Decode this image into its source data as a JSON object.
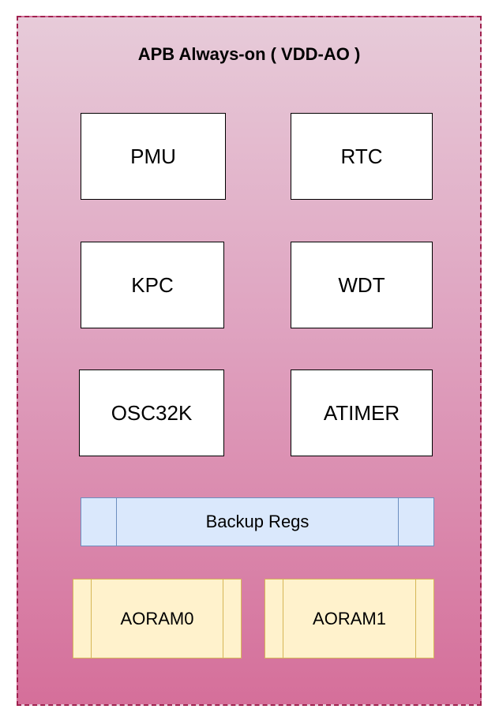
{
  "title": "APB Always-on ( VDD-AO )",
  "blocks": [
    {
      "label": "PMU"
    },
    {
      "label": "RTC"
    },
    {
      "label": "KPC"
    },
    {
      "label": "WDT"
    },
    {
      "label": "OSC32K"
    },
    {
      "label": "ATIMER"
    }
  ],
  "backup_regs": {
    "label": "Backup Regs"
  },
  "aorams": [
    {
      "label": "AORAM0"
    },
    {
      "label": "AORAM1"
    }
  ],
  "colors": {
    "domain_border": "#a0224f",
    "domain_fill_top": "#e7cbd9",
    "domain_fill_bottom": "#d56f9a",
    "backup_fill": "#dae8fc",
    "backup_border": "#6c8ebf",
    "aoram_fill": "#fff2cc",
    "aoram_border": "#d6b656"
  }
}
